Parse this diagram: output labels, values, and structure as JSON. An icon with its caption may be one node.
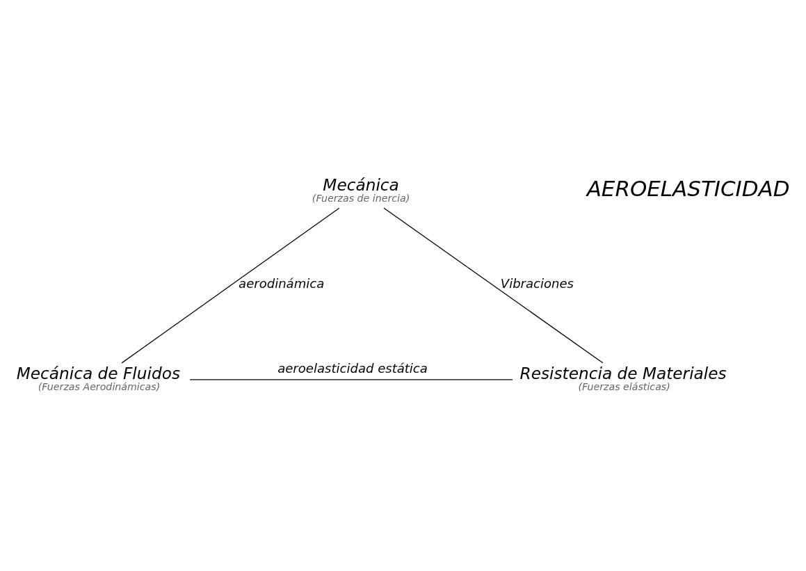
{
  "diagram": {
    "nodes": [
      {
        "text": [
          "Mecánica",
          "(Fuerzas de inercia)"
        ]
      },
      {
        "text": [
          "Mecánica de Fluidos",
          "(Fuerzas Aerodinámicas)"
        ]
      },
      {
        "text": [
          "Resistencia de Materiales",
          "(Fuerzas elásticas)"
        ]
      }
    ],
    "edges": [
      {
        "from": 0,
        "to": 1,
        "arrow": "none",
        "label": "aerodinámica"
      },
      {
        "from": 0,
        "to": 2,
        "arrow": "none",
        "label": "Vibraciones"
      },
      {
        "from": 1,
        "to": 2,
        "arrow": "none",
        "label": "aeroelasticidad estática"
      }
    ],
    "labels": [
      "AEROELASTICIDAD"
    ]
  }
}
